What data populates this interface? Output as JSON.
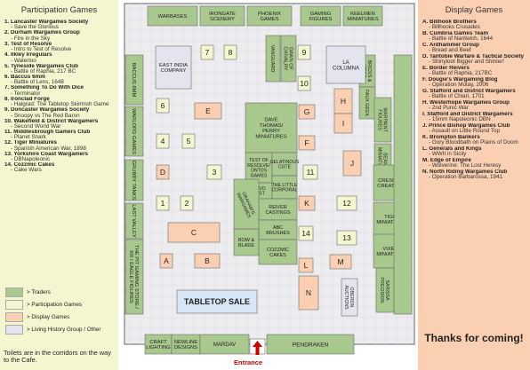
{
  "participation": {
    "title": "Participation Games",
    "items": [
      {
        "name": "1. Lancaster Wargames Society",
        "sub": "- Save the Glorious"
      },
      {
        "name": "2. Durham Wargames Group",
        "sub": "- Fire in the Sky"
      },
      {
        "name": "3. Test of Resolve",
        "sub": "- Intro to Test of Resolve"
      },
      {
        "name": "4. Ilkley Irregulars",
        "sub": "- Waterloo"
      },
      {
        "name": "5. Tyneside Wargames Club",
        "sub": "- Battle of Raphia, 217 BC"
      },
      {
        "name": "6. Baccus 6mm",
        "sub": "- Battle of Lens, 1648"
      },
      {
        "name": "7. Something To Do With Dice",
        "sub": "- Terminator"
      },
      {
        "name": "8. Ironclad Forge",
        "sub": "- Halgrad: The Tabletop Skirmish Game"
      },
      {
        "name": "9. Doncaster Wargames Society",
        "sub": "- Snoopy vs The Red Baron"
      },
      {
        "name": "10. Wakefield & District Wargamers",
        "sub": "- Second World War"
      },
      {
        "name": "11. Middlesbrough Gamers Club",
        "sub": "- Planet Snark"
      },
      {
        "name": "12. Tiger Miniatures",
        "sub": "- Spanish American War, 1898"
      },
      {
        "name": "13. Yorkshire Coast Wargamers",
        "sub": "- DBNapoleonic"
      },
      {
        "name": "14. Cozzmic Cakes",
        "sub": "- Cake Wars"
      }
    ]
  },
  "display": {
    "title": "Display Games",
    "items": [
      {
        "name": "A. Billhook Brothers",
        "sub": "- Billhooks Crusades"
      },
      {
        "name": "B. Cumbria Games Team",
        "sub": "- Battle of Nantwich, 1644"
      },
      {
        "name": "C. Ardhammer Group",
        "sub": "- Bread and Beef"
      },
      {
        "name": "D. Tantobie Warfare & Tactical Society",
        "sub": "- Shinyloot Bigger and Shinier!"
      },
      {
        "name": "E. Border Reivers",
        "sub": "- Battle of Raphia, 217BC"
      },
      {
        "name": "F. Dougie's Wargaming Blog",
        "sub": "- Operation Mutay, 2006"
      },
      {
        "name": "G. Stafford and District Wargamers",
        "sub": "- Battle of Chiari, 1701"
      },
      {
        "name": "H. Westerhope Wargames Group",
        "sub": "- 2nd Punic War"
      },
      {
        "name": "I. Stafford and District Wargamers",
        "sub": "- 15mm Napoleonic DBN"
      },
      {
        "name": "J. Prince Bishop Wargames Club",
        "sub": "- Assault on Little Round Top"
      },
      {
        "name": "K. Brompton Bankers",
        "sub": "- Gory Bloodbath on Plains of Doom"
      },
      {
        "name": "L. Generals and Kings",
        "sub": "- WWII in Sicily"
      },
      {
        "name": "M. Edge of Empire",
        "sub": "- Wolverine: The Lost Heresy"
      },
      {
        "name": "N. North Riding Wargames Club",
        "sub": "- Operation Barbarossa, 1941"
      }
    ]
  },
  "legend": [
    {
      "label": "> Traders",
      "color": "#a9c88d"
    },
    {
      "label": "> Participation Games",
      "color": "#f3f6cf"
    },
    {
      "label": "> Display Games",
      "color": "#fbd0b2"
    },
    {
      "label": "> Living History Group / Other",
      "color": "#e4e4ee"
    }
  ],
  "colors": {
    "trader": "#a9c88d",
    "participation": "#f3f6cf",
    "display": "#fbd0b2",
    "other": "#e4e4ee",
    "sale": "#d6e6f5",
    "entrance": "#cc0000"
  },
  "toilet_note": "Toilets are in the corridors on the way to the Cafe.",
  "thanks": "Thanks for coming!",
  "entrance_label": "Entrance",
  "traders": [
    {
      "label": "WARBASES"
    },
    {
      "label": "IRONGATE SCENERY"
    },
    {
      "label": "PHOENIX GAMES"
    },
    {
      "label": "GAMING FIGURES"
    },
    {
      "label": "KEELMEN MINIATURES"
    },
    {
      "label": "BACCUS 6MM"
    },
    {
      "label": "WARLORD GAMES"
    },
    {
      "label": "GRUBBY TANKS"
    },
    {
      "label": "LAST VALLEY"
    },
    {
      "label": "THE PIT GAMING STORE / KR / EAGLE FIGURES"
    },
    {
      "label": "VANGUARD"
    },
    {
      "label": "DAWN OF CHIVALRY"
    },
    {
      "label": "DAVE THOMAS/ PERRY MINIATURES"
    },
    {
      "label": "TEST OF RESOLVE / ONTOS GAMES"
    },
    {
      "label": "NOVO CAST"
    },
    {
      "label": "GELATINOUS CUTE"
    },
    {
      "label": "THE LITTLE CORPORAL"
    },
    {
      "label": "REIVER CASTINGS"
    },
    {
      "label": "ABC BRUSHES"
    },
    {
      "label": "BOW & BLADE"
    },
    {
      "label": "COZZMIC CAKES"
    },
    {
      "label": "GRAHAM'S WARGAMES"
    },
    {
      "label": "BRICKS & KRIEG"
    },
    {
      "label": "FAUX GEEK"
    },
    {
      "label": "WARPAINT FIGURES"
    },
    {
      "label": "BEANIE MINIATURES"
    },
    {
      "label": "CRESCENT CREATIONS"
    },
    {
      "label": "TIGER MINIATURES"
    },
    {
      "label": "VIXENS MINIATURES"
    },
    {
      "label": "SARISSA PRECISION"
    },
    {
      "label": "CRAFT LIGHTING"
    },
    {
      "label": "NEWLINE DESIGNS"
    },
    {
      "label": "MARDAV"
    },
    {
      "label": "PENDRAKEN"
    }
  ],
  "others": [
    {
      "label": "EAST INDIA COMPANY"
    },
    {
      "label": "LA COLUMNA"
    },
    {
      "label": "OBERON AUCTIONS"
    }
  ],
  "sale_label": "TABLETOP SALE",
  "participation_tables": [
    "1",
    "2",
    "3",
    "4",
    "5",
    "6",
    "7",
    "8",
    "9",
    "10",
    "11",
    "12",
    "13",
    "14"
  ],
  "display_tables": [
    "A",
    "B",
    "C",
    "D",
    "E",
    "F",
    "G",
    "H",
    "I",
    "J",
    "K",
    "L",
    "M",
    "N"
  ]
}
